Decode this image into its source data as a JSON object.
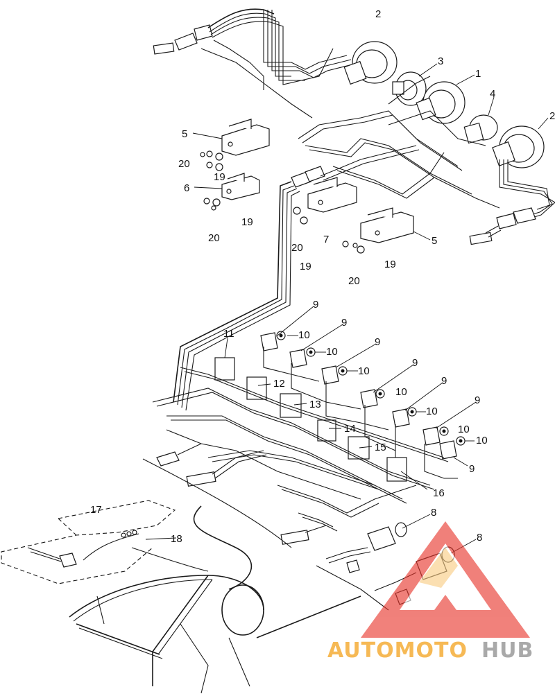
{
  "callouts": [
    {
      "id": "c1",
      "text": "1"
    },
    {
      "id": "c2a",
      "text": "2"
    },
    {
      "id": "c2b",
      "text": "2"
    },
    {
      "id": "c3",
      "text": "3"
    },
    {
      "id": "c4",
      "text": "4"
    },
    {
      "id": "c5a",
      "text": "5"
    },
    {
      "id": "c5b",
      "text": "5"
    },
    {
      "id": "c6",
      "text": "6"
    },
    {
      "id": "c7",
      "text": "7"
    },
    {
      "id": "c8a",
      "text": "8"
    },
    {
      "id": "c8b",
      "text": "8"
    },
    {
      "id": "c9a",
      "text": "9"
    },
    {
      "id": "c9b",
      "text": "9"
    },
    {
      "id": "c9c",
      "text": "9"
    },
    {
      "id": "c9d",
      "text": "9"
    },
    {
      "id": "c9e",
      "text": "9"
    },
    {
      "id": "c9f",
      "text": "9"
    },
    {
      "id": "c9g",
      "text": "9"
    },
    {
      "id": "c10a",
      "text": "10"
    },
    {
      "id": "c10b",
      "text": "10"
    },
    {
      "id": "c10c",
      "text": "10"
    },
    {
      "id": "c10d",
      "text": "10"
    },
    {
      "id": "c10e",
      "text": "10"
    },
    {
      "id": "c10f",
      "text": "10"
    },
    {
      "id": "c10g",
      "text": "10"
    },
    {
      "id": "c11",
      "text": "11"
    },
    {
      "id": "c12",
      "text": "12"
    },
    {
      "id": "c13",
      "text": "13"
    },
    {
      "id": "c14",
      "text": "14"
    },
    {
      "id": "c15",
      "text": "15"
    },
    {
      "id": "c16",
      "text": "16"
    },
    {
      "id": "c17",
      "text": "17"
    },
    {
      "id": "c18",
      "text": "18"
    },
    {
      "id": "c19a",
      "text": "19"
    },
    {
      "id": "c19b",
      "text": "19"
    },
    {
      "id": "c19c",
      "text": "19"
    },
    {
      "id": "c19d",
      "text": "19"
    },
    {
      "id": "c20a",
      "text": "20"
    },
    {
      "id": "c20b",
      "text": "20"
    },
    {
      "id": "c20c",
      "text": "20"
    },
    {
      "id": "c20d",
      "text": "20"
    }
  ],
  "watermark": {
    "part1": "AUTOMOTO",
    "part2": "HUB",
    "color_red": "#e8342a",
    "color_orange": "#f4a21d",
    "color_gray": "#8d8d8d"
  }
}
